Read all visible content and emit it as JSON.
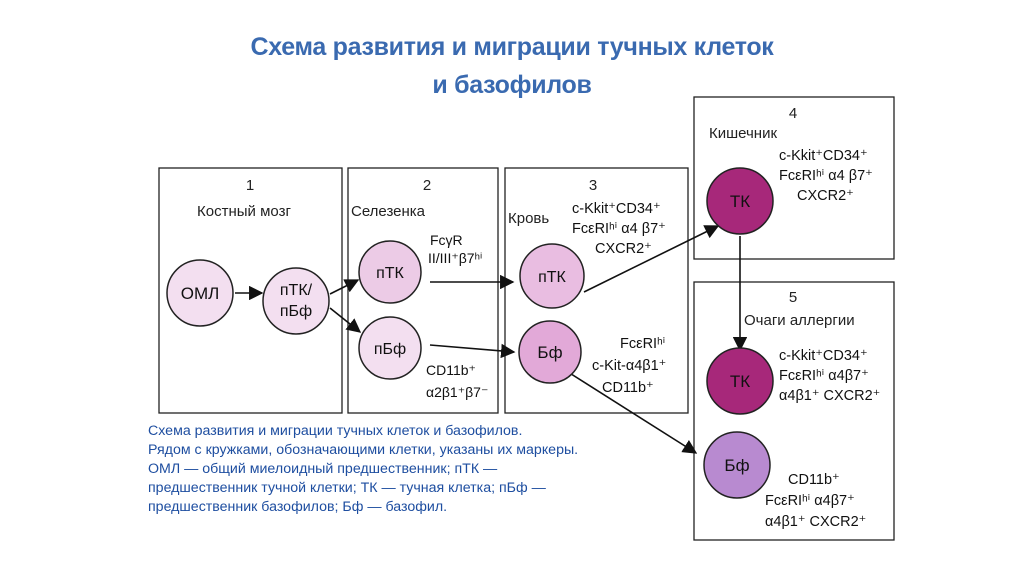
{
  "title": {
    "line1": "Схема развития и миграции тучных клеток",
    "line2": "и базофилов"
  },
  "colors": {
    "title": "#3a6ab0",
    "caption": "#1e4ea0",
    "cell_light": "#f3dff0",
    "cell_pink": "#e9bde1",
    "cell_tk": "#a7287a",
    "cell_bf": "#b88ad0",
    "box_border": "#222222"
  },
  "boxes": [
    {
      "num": "1",
      "label": "Костный мозг"
    },
    {
      "num": "2",
      "label": "Селезенка"
    },
    {
      "num": "3",
      "label": "Кровь"
    },
    {
      "num": "4",
      "label": "Кишечник"
    },
    {
      "num": "5",
      "label": "Очаги аллергии"
    }
  ],
  "cells": {
    "oml": "ОМЛ",
    "ptk_bf_line1": "пТК/",
    "ptk_bf_line2": "пБф",
    "spleen_ptk": "пТК",
    "spleen_pbf": "пБф",
    "blood_ptk": "пТК",
    "blood_bf": "Бф",
    "gut_tk": "ТК",
    "allergy_tk": "ТК",
    "allergy_bf": "Бф"
  },
  "markers": {
    "spleen_ptk": [
      "FcγR",
      "II/III⁺β7ʰⁱ"
    ],
    "spleen_pbf": [
      "CD11b⁺",
      "α2β1⁺β7⁻"
    ],
    "blood_ptk": [
      "c-Kkit⁺CD34⁺",
      "FcεRIʰⁱ α4 β7⁺",
      "CXCR2⁺"
    ],
    "blood_bf": [
      "FcεRIʰⁱ",
      "c-Kit-α4β1⁺",
      "CD11b⁺"
    ],
    "gut_tk": [
      "c-Kkit⁺CD34⁺",
      "FcεRIʰⁱ α4 β7⁺",
      "CXCR2⁺"
    ],
    "allergy_tk": [
      "c-Kkit⁺CD34⁺",
      "FcεRIʰⁱ α4β7⁺",
      "α4β1⁺ CXCR2⁺"
    ],
    "allergy_bf": [
      "CD11b⁺",
      "FcεRIʰⁱ α4β7⁺",
      "α4β1⁺ CXCR2⁺"
    ]
  },
  "caption": {
    "line1": "Схема развития и миграции тучных клеток и базофилов.",
    "line2": "Рядом с кружками, обозначающими клетки, указаны их маркеры.",
    "line3": "ОМЛ — общий миелоидный предшественник; пТК —",
    "line4": "предшественник тучной клетки; ТК — тучная клетка; пБф —",
    "line5": "предшественник базофилов; Бф — базофил."
  }
}
